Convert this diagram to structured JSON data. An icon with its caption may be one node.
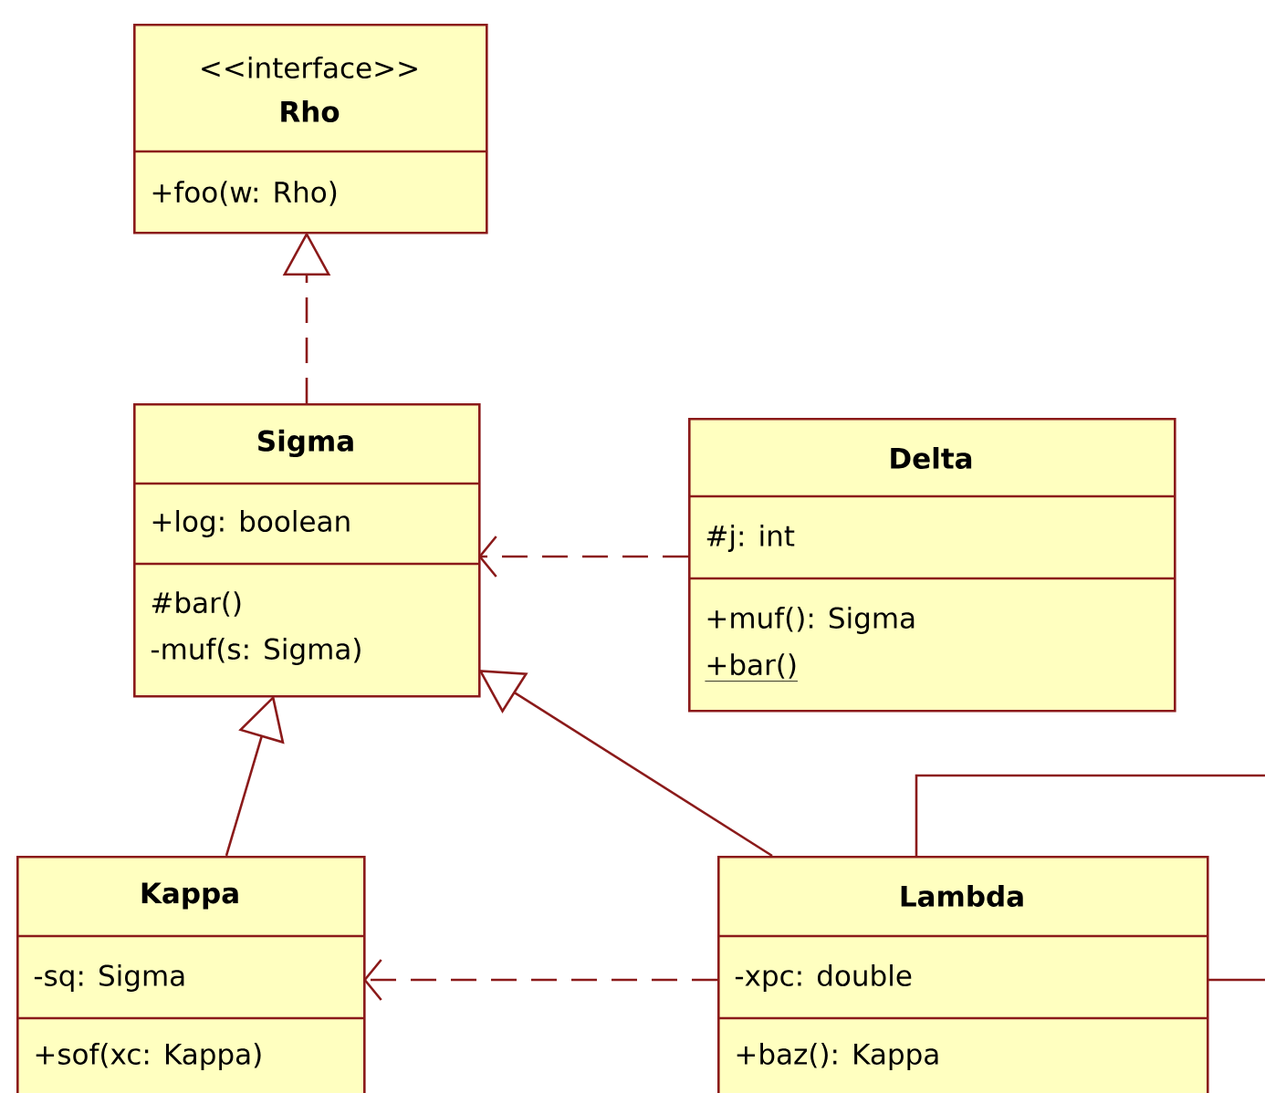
{
  "diagram": {
    "nodes": [
      {
        "text": [
          "<<interface>>",
          "Rho",
          "+foo(w: Rho)"
        ]
      },
      {
        "text": [
          "Sigma",
          "+log: boolean",
          "#bar()",
          "-muf(s: Sigma)"
        ]
      },
      {
        "text": [
          "Delta",
          "#j: int",
          "+muf(): Sigma",
          "+bar()"
        ]
      },
      {
        "text": [
          "Kappa",
          "-sq: Sigma",
          "+sof(xc: Kappa)"
        ]
      },
      {
        "text": [
          "Lambda",
          "-xpc: double",
          "+baz(): Kappa"
        ]
      }
    ],
    "edges": [
      {
        "from": 1,
        "to": 0,
        "arrow": "to",
        "style": "dashed"
      },
      {
        "from": 2,
        "to": 1,
        "arrow": "to",
        "style": "dashed"
      },
      {
        "from": 3,
        "to": 1,
        "arrow": "to"
      },
      {
        "from": 4,
        "to": 1,
        "arrow": "to"
      },
      {
        "from": 4,
        "to": 3,
        "arrow": "to",
        "style": "dashed"
      },
      {
        "from": 4,
        "to": 4,
        "arrow": "none"
      }
    ]
  }
}
